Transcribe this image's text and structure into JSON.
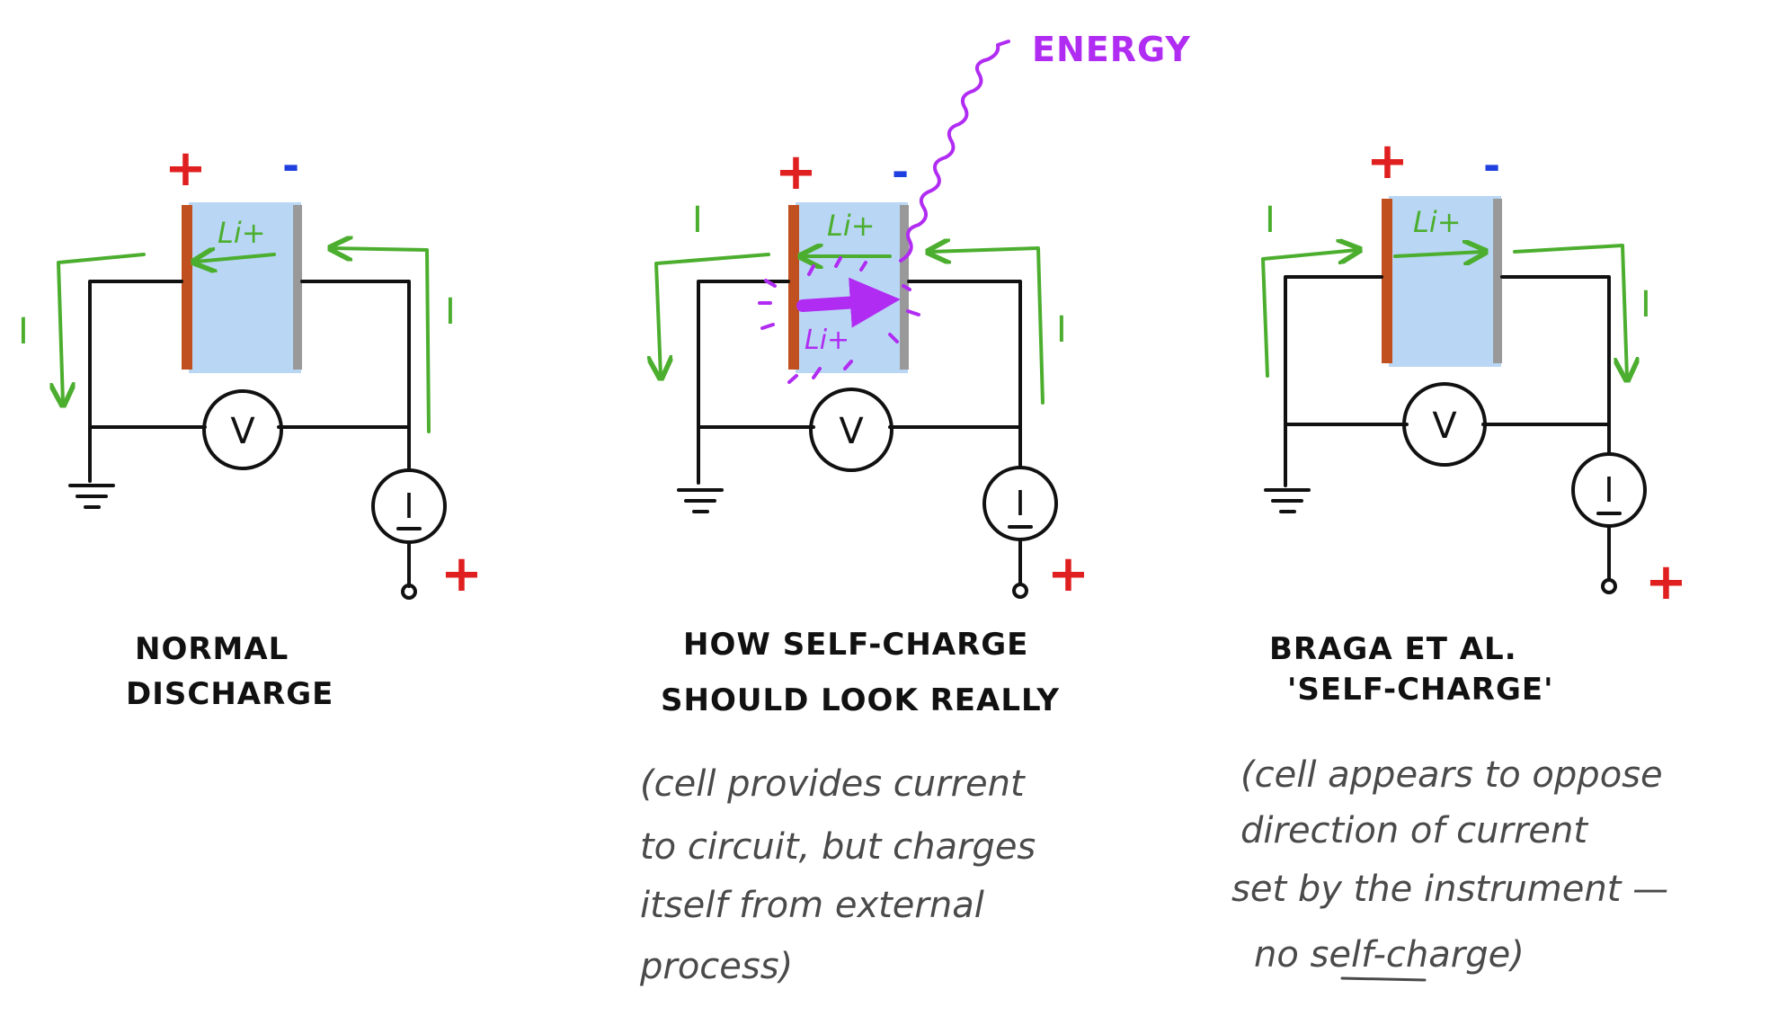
{
  "panels": [
    {
      "id": "normal",
      "caption_lines": [
        "NORMAL",
        "DISCHARGE"
      ],
      "note_lines": [],
      "current_symbol": "I",
      "ion_label": "Li+",
      "voltmeter_symbol": "V",
      "source_symbol": "I",
      "positive_sign": "+",
      "negative_sign": "-",
      "terminal_sign": "+"
    },
    {
      "id": "self-charge-real",
      "caption_lines": [
        "HOW SELF-CHARGE",
        "SHOULD LOOK REALLY"
      ],
      "note_lines": [
        "(cell provides current",
        "to circuit, but charges",
        "itself from external",
        "process)"
      ],
      "current_symbol": "I",
      "ion_label": "Li+",
      "voltmeter_symbol": "V",
      "source_symbol": "I",
      "positive_sign": "+",
      "negative_sign": "-",
      "terminal_sign": "+",
      "energy_label": "ENERGY"
    },
    {
      "id": "braga",
      "caption_lines": [
        "BRAGA ET AL.",
        "'SELF-CHARGE'"
      ],
      "note_lines": [
        "(cell appears to oppose",
        "direction of current",
        "set by the instrument —",
        "no self-charge)"
      ],
      "current_symbol": "I",
      "ion_label": "Li+",
      "voltmeter_symbol": "V",
      "source_symbol": "I",
      "positive_sign": "+",
      "negative_sign": "-",
      "terminal_sign": "+"
    }
  ],
  "colors": {
    "ink": "#111111",
    "current": "#4cae2f",
    "electrolyte": "#b9d7f5",
    "positive_electrode": "#c0501f",
    "negative_electrode": "#999999",
    "positive_sign": "#e02020",
    "negative_sign": "#1f3fe0",
    "energy": "#b12cf2",
    "note": "#4a4a4a"
  }
}
